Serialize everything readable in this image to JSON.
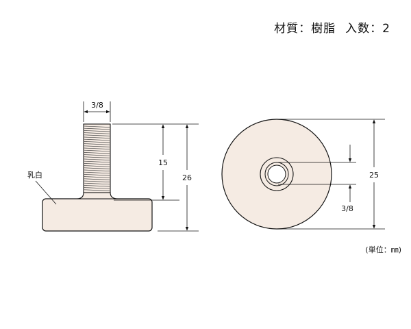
{
  "spec": {
    "material_label": "材質",
    "material_value": "樹脂",
    "quantity_label": "入数",
    "quantity_value": "2",
    "separator": "："
  },
  "side_view": {
    "thread_dim": "3/8",
    "thread_length_dim": "15",
    "total_height_dim": "26",
    "color_callout": "乳白"
  },
  "top_view": {
    "diameter_dim": "25",
    "hole_dim": "3/8"
  },
  "unit_note": "(単位：㎜)",
  "colors": {
    "part_fill": "#f5ebe3",
    "line": "#111111"
  }
}
